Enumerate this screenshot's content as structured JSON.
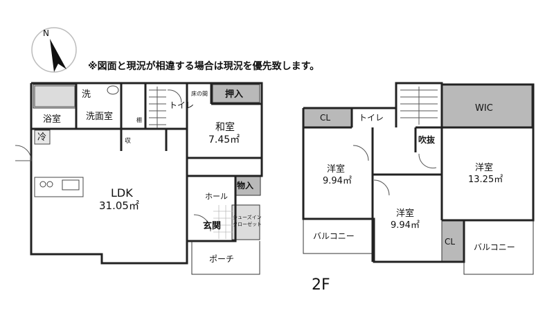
{
  "notice": "※図面と現況が相違する場合は現況を優先致します。",
  "compass": {
    "label": "N",
    "icon": "north-arrow-icon"
  },
  "floor1": {
    "rooms": {
      "sen": "洗",
      "yokushitsu": "浴室",
      "senmenshitsu": "洗面室",
      "toilet": "トイレ",
      "oshiire": "押入",
      "washitsu_name": "和室",
      "washitsu_area": "7.45㎡",
      "rei": "冷",
      "shuu": "収",
      "ldk_name": "LDK",
      "ldk_area": "31.05㎡",
      "hall": "ホール",
      "monoire": "物入",
      "shoes1": "シューズイン",
      "shoes2": "クローゼット",
      "genkan": "玄関",
      "porch": "ポーチ",
      "tana": "棚",
      "tokonoma": "床の間"
    }
  },
  "floor2": {
    "label": "2F",
    "rooms": {
      "cl1": "CL",
      "toilet": "トイレ",
      "fukinuke": "吹抜",
      "wic": "WIC",
      "youshitsu1_name": "洋室",
      "youshitsu1_area": "9.94㎡",
      "youshitsu2_name": "洋室",
      "youshitsu2_area": "9.94㎡",
      "youshitsu3_name": "洋室",
      "youshitsu3_area": "13.25㎡",
      "balcony1": "バルコニー",
      "cl2": "CL",
      "balcony2": "バルコニー"
    }
  }
}
